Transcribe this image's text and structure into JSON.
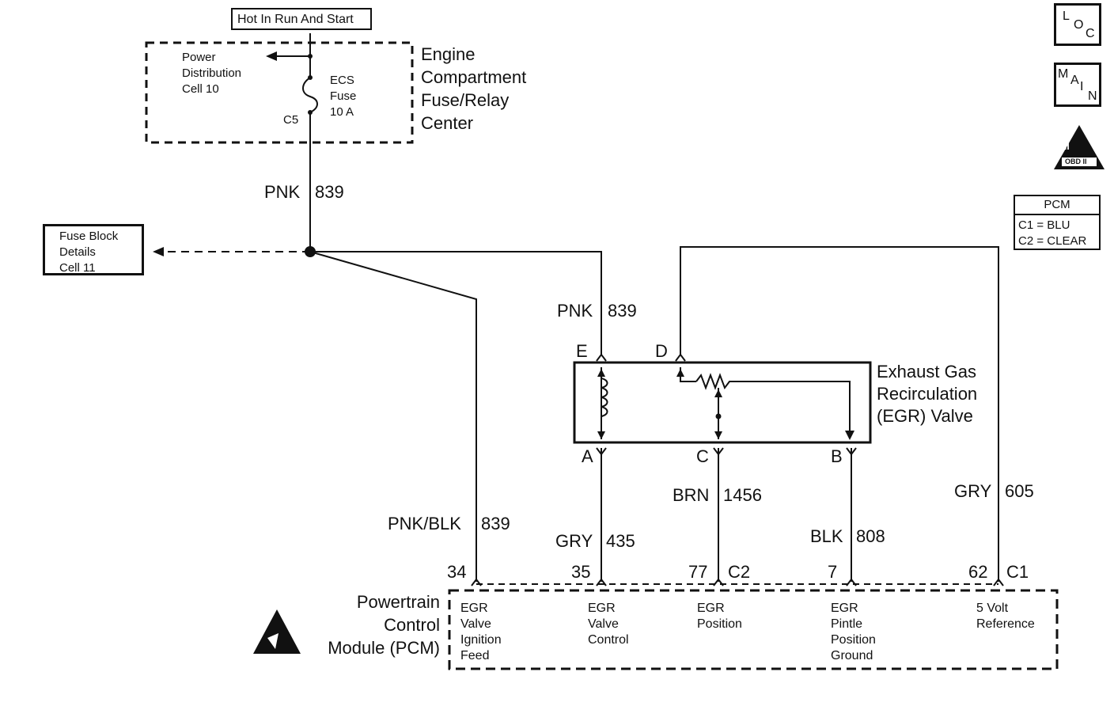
{
  "power_label": "Hot In Run And Start",
  "fuse_center": {
    "title_lines": [
      "Engine",
      "Compartment",
      "Fuse/Relay",
      "Center"
    ],
    "power_dist_lines": [
      "Power",
      "Distribution",
      "Cell 10"
    ],
    "fuse_lines": [
      "ECS",
      "Fuse",
      "10 A"
    ],
    "connector": "C5"
  },
  "fuse_block_lines": [
    "Fuse Block",
    "Details",
    "Cell 11"
  ],
  "icons": {
    "loc": [
      "L",
      "O",
      "C"
    ],
    "main": [
      "M",
      "A",
      "I",
      "N"
    ],
    "obd": "OBD II",
    "obd_mark": "II"
  },
  "pcm_legend": {
    "title": "PCM",
    "c1": "C1 = BLU",
    "c2": "C2 = CLEAR"
  },
  "wires": {
    "feed_top": {
      "color": "PNK",
      "circuit": "839"
    },
    "feed_e": {
      "color": "PNK",
      "circuit": "839"
    },
    "feed_pcm": {
      "color": "PNK/BLK",
      "circuit": "839"
    },
    "valve_control": {
      "color": "GRY",
      "circuit": "435"
    },
    "position": {
      "color": "BRN",
      "circuit": "1456"
    },
    "ground": {
      "color": "BLK",
      "circuit": "808"
    },
    "reference": {
      "color": "GRY",
      "circuit": "605"
    }
  },
  "egr_valve": {
    "title_lines": [
      "Exhaust Gas",
      "Recirculation",
      "(EGR) Valve"
    ],
    "pins": {
      "e": "E",
      "d": "D",
      "a": "A",
      "c": "C",
      "b": "B"
    }
  },
  "pcm": {
    "title_lines": [
      "Powertrain",
      "Control",
      "Module (PCM)"
    ],
    "pins": {
      "p34": "34",
      "p35": "35",
      "p77": "77",
      "c2": "C2",
      "p7": "7",
      "p62": "62",
      "c1": "C1"
    },
    "functions": {
      "feed": [
        "EGR",
        "Valve",
        "Ignition",
        "Feed"
      ],
      "control": [
        "EGR",
        "Valve",
        "Control"
      ],
      "position": [
        "EGR",
        "Position"
      ],
      "ground": [
        "EGR",
        "Pintle",
        "Position",
        "Ground"
      ],
      "reference": [
        "5 Volt",
        "Reference"
      ]
    }
  }
}
